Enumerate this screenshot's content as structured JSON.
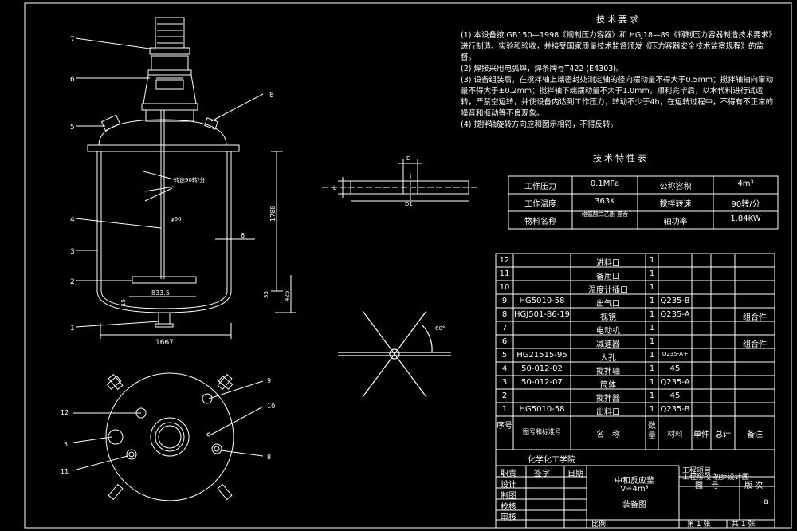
{
  "tech_requirements": {
    "title": "技术要求",
    "items": [
      "(1) 本设备按 GB150—1998《钢制压力容器》和 HGJ18—89《钢制压力容器制造技术要求》进行制造、实验和验收，并接受国家质量技术监督颁发《压力容器安全技术监察规程》的监督。",
      "(2) 焊接采用电弧焊，焊条牌号T422 (E4303)。",
      "(3) 设备组装后，在搅拌轴上端密封处测定轴的径向摆动量不得大于0.5mm；搅拌轴轴向窜动量不得大于±0.2mm；搅拌轴下端摆动量不大于1.0mm，顺利完毕后，以水代料进行试运转，严禁空运转，并使设备内达到工作压力；转动不少于4h，在运转过程中，不得有不正常的噪音和振动等不良现象。",
      "(4) 搅拌轴旋转方向应和图示相符，不得反转。"
    ]
  },
  "spec_table": {
    "title": "技术特性表",
    "rows": [
      [
        "工作压力",
        "0.1MPa",
        "公称容积",
        "4m³"
      ],
      [
        "工作温度",
        "363K",
        "搅拌转速",
        "90转/分"
      ],
      [
        "物料名称",
        "络氨酸二乙酯 混合",
        "轴功率",
        "1.84KW"
      ]
    ]
  },
  "parts": {
    "rows": [
      [
        "12",
        "",
        "进料口",
        "1",
        "",
        "",
        ""
      ],
      [
        "11",
        "",
        "备用口",
        "1",
        "",
        "",
        ""
      ],
      [
        "10",
        "",
        "温度计插口",
        "1",
        "",
        "",
        ""
      ],
      [
        "9",
        "HG5010-58",
        "出气口",
        "1",
        "Q235-B",
        "",
        ""
      ],
      [
        "8",
        "HGJ501-86-19",
        "视镜",
        "1",
        "Q235-A",
        "",
        "组合件"
      ],
      [
        "7",
        "",
        "电动机",
        "1",
        "",
        "",
        ""
      ],
      [
        "6",
        "",
        "减速器",
        "1",
        "",
        "",
        "组合件"
      ],
      [
        "5",
        "HG21515-95",
        "人孔",
        "1",
        "Q235-A·F",
        "",
        ""
      ],
      [
        "4",
        "50-012-02",
        "搅拌轴",
        "1",
        "45",
        "",
        ""
      ],
      [
        "3",
        "50-012-07",
        "筒体",
        "1",
        "Q235-A",
        "",
        ""
      ],
      [
        "2",
        "",
        "搅拌器",
        "1",
        "45",
        "",
        ""
      ],
      [
        "1",
        "HG5010-58",
        "出料口",
        "1",
        "Q235-B",
        "",
        ""
      ]
    ],
    "header": [
      "序号",
      "图号和标准号",
      "名　称",
      "数量",
      "材料",
      "单件",
      "总计",
      "备注"
    ]
  },
  "title_block": {
    "school": "化学化工学院",
    "roles": [
      "职责",
      "设计",
      "制图",
      "校核",
      "审核"
    ],
    "sign": "签字",
    "date": "日期",
    "drawing_name_1": "中和反应釜",
    "drawing_name_2": "V=4m³",
    "drawing_name_3": "装备图",
    "project_1": "工程项目",
    "project_2": "工程阶段 初步设计图",
    "figno": "图　号",
    "version": "版 次",
    "version_val": "a",
    "scale": "比例",
    "sheet": "第 1 张",
    "total": "共 1 张"
  },
  "front_view": {
    "speed_note": "转速90转/分",
    "phi": "φ60",
    "width": "1667",
    "impeller": "833.5",
    "height": "1788",
    "wall": "6",
    "d35": "35",
    "d425": "425",
    "d15": "15",
    "labels": [
      "7",
      "6",
      "5",
      "4",
      "3",
      "2",
      "1",
      "8"
    ]
  },
  "plan_view": {
    "labels": [
      "12",
      "5",
      "11",
      "9",
      "10",
      "8"
    ]
  },
  "blade_detail": {
    "b": "b",
    "D": "D",
    "D1": "D1",
    "angle": "60°"
  }
}
